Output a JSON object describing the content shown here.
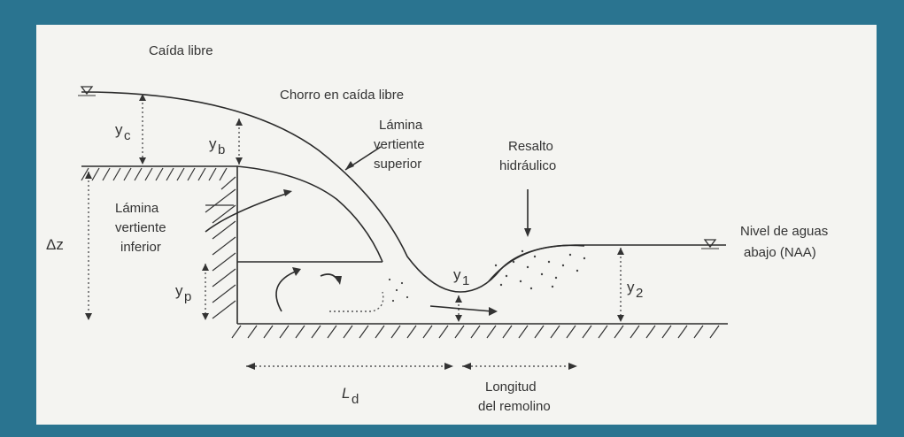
{
  "title_partial": "…",
  "labels": {
    "caida_libre": "Caída libre",
    "chorro": "Chorro en caída libre",
    "lamina_sup_1": "Lámina",
    "lamina_sup_2": "vertiente",
    "lamina_sup_3": "superior",
    "resalto_1": "Resalto",
    "resalto_2": "hidráulico",
    "lamina_inf_1": "Lámina",
    "lamina_inf_2": "vertiente",
    "lamina_inf_3": "inferior",
    "naa_1": "Nivel de aguas",
    "naa_2": "abajo (NAA)",
    "yc": "y",
    "yc_sub": "c",
    "yb": "y",
    "yb_sub": "b",
    "delta_z": "Δz",
    "yp": "y",
    "yp_sub": "p",
    "y1": "y",
    "y1_sub": "1",
    "y2": "y",
    "y2_sub": "2",
    "ld": "L",
    "ld_sub": "d",
    "longitud_1": "Longitud",
    "longitud_2": "del remolino"
  }
}
